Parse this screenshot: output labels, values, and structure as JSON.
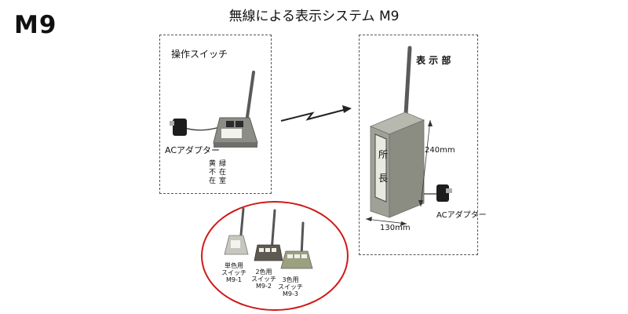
{
  "header": {
    "model": "M9",
    "title": "無線による表示システム M9"
  },
  "switch_unit": {
    "title": "操作スイッチ",
    "adapter_label": "ACアダプター",
    "legend_col1": [
      "黄",
      "不",
      "在"
    ],
    "legend_col2": [
      "緑",
      "在",
      "室"
    ]
  },
  "display_unit": {
    "title": "表 示 部",
    "sign_chars": [
      "所",
      "長"
    ],
    "height_label": "240mm",
    "width_label": "130mm",
    "adapter_label": "ACアダプター"
  },
  "lineup": {
    "items": [
      {
        "name_line1": "単色用",
        "name_line2": "スイッチ",
        "model": "M9-1"
      },
      {
        "name_line1": "2色用",
        "name_line2": "スイッチ",
        "model": "M9-2"
      },
      {
        "name_line1": "3色用",
        "name_line2": "スイッチ",
        "model": "M9-3"
      }
    ]
  }
}
